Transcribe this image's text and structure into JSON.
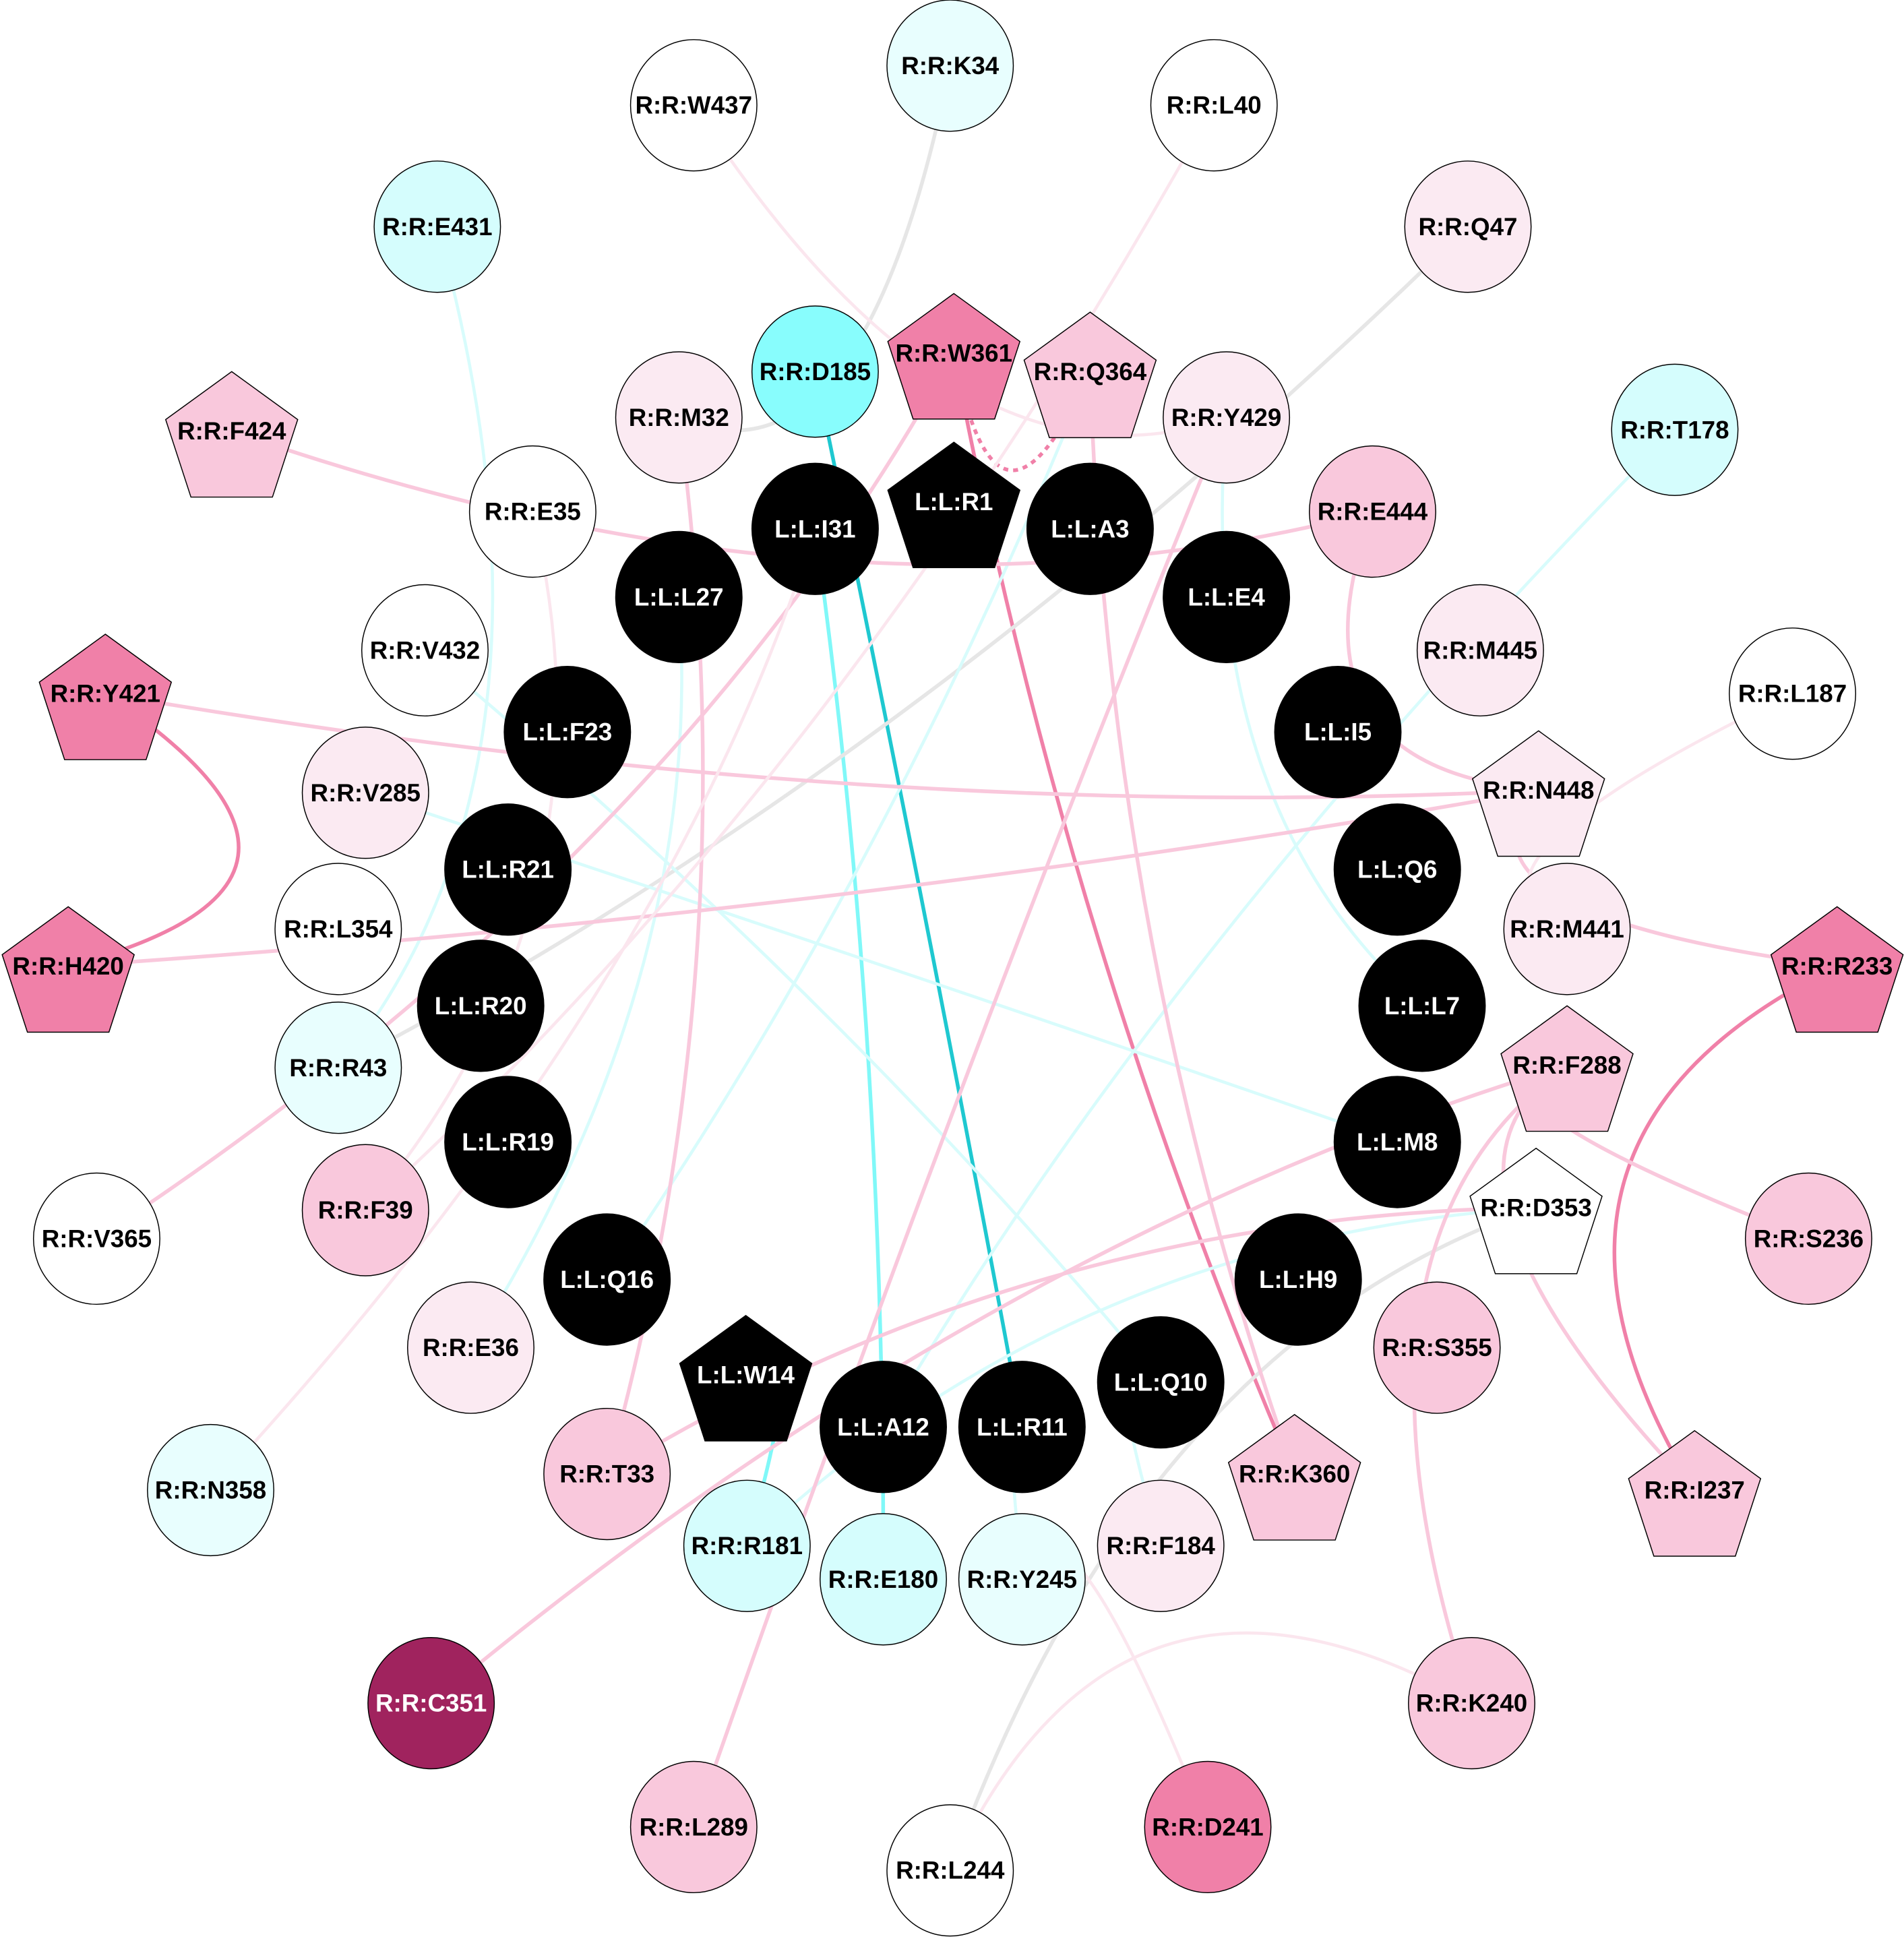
{
  "colors": {
    "ligand": "#000000",
    "white": "#ffffff",
    "cyan_strong": "#88fdfd",
    "cyan_mid": "#d5fdfd",
    "cyan_light": "#e8fefe",
    "pink_light": "#fbeaf2",
    "pink_mid": "#f9c8dc",
    "pink_strong": "#f080a8",
    "pink_dark": "#a0235e",
    "edge_teal": "#1fc8d0",
    "edge_cyan": "#80f8f8",
    "edge_cyan_light": "#d8fcfc",
    "edge_gray": "#e6e6e6",
    "edge_pink_strong": "#f080a8",
    "edge_pink": "#f9c8dc",
    "edge_pink_light": "#fbe6ee"
  },
  "nodes": [
    {
      "label": "L:L:R1",
      "shape": "pentagon",
      "fill": "ligand"
    },
    {
      "label": "L:L:A3",
      "shape": "circle",
      "fill": "ligand"
    },
    {
      "label": "L:L:E4",
      "shape": "circle",
      "fill": "ligand"
    },
    {
      "label": "L:L:I5",
      "shape": "circle",
      "fill": "ligand"
    },
    {
      "label": "L:L:Q6",
      "shape": "circle",
      "fill": "ligand"
    },
    {
      "label": "L:L:L7",
      "shape": "circle",
      "fill": "ligand"
    },
    {
      "label": "L:L:M8",
      "shape": "circle",
      "fill": "ligand"
    },
    {
      "label": "L:L:H9",
      "shape": "circle",
      "fill": "ligand"
    },
    {
      "label": "L:L:Q10",
      "shape": "circle",
      "fill": "ligand"
    },
    {
      "label": "L:L:R11",
      "shape": "circle",
      "fill": "ligand"
    },
    {
      "label": "L:L:A12",
      "shape": "circle",
      "fill": "ligand"
    },
    {
      "label": "L:L:W14",
      "shape": "pentagon",
      "fill": "ligand"
    },
    {
      "label": "L:L:Q16",
      "shape": "circle",
      "fill": "ligand"
    },
    {
      "label": "L:L:R19",
      "shape": "circle",
      "fill": "ligand"
    },
    {
      "label": "L:L:R20",
      "shape": "circle",
      "fill": "ligand"
    },
    {
      "label": "L:L:R21",
      "shape": "circle",
      "fill": "ligand"
    },
    {
      "label": "L:L:F23",
      "shape": "circle",
      "fill": "ligand"
    },
    {
      "label": "L:L:L27",
      "shape": "circle",
      "fill": "ligand"
    },
    {
      "label": "L:L:I31",
      "shape": "circle",
      "fill": "ligand"
    },
    {
      "label": "R:R:K34",
      "shape": "circle",
      "fill": "cyan_light"
    },
    {
      "label": "R:R:W437",
      "shape": "circle",
      "fill": "white"
    },
    {
      "label": "R:R:L40",
      "shape": "circle",
      "fill": "white"
    },
    {
      "label": "R:R:E431",
      "shape": "circle",
      "fill": "cyan_mid"
    },
    {
      "label": "R:R:Q47",
      "shape": "circle",
      "fill": "pink_light"
    },
    {
      "label": "R:R:D185",
      "shape": "circle",
      "fill": "cyan_strong"
    },
    {
      "label": "R:R:W361",
      "shape": "pentagon",
      "fill": "pink_strong"
    },
    {
      "label": "R:R:Q364",
      "shape": "pentagon",
      "fill": "pink_mid"
    },
    {
      "label": "R:R:M32",
      "shape": "circle",
      "fill": "pink_light"
    },
    {
      "label": "R:R:Y429",
      "shape": "circle",
      "fill": "pink_light"
    },
    {
      "label": "R:R:T178",
      "shape": "circle",
      "fill": "cyan_mid"
    },
    {
      "label": "R:R:F424",
      "shape": "pentagon",
      "fill": "pink_mid"
    },
    {
      "label": "R:R:E35",
      "shape": "circle",
      "fill": "white"
    },
    {
      "label": "R:R:E444",
      "shape": "circle",
      "fill": "pink_mid"
    },
    {
      "label": "R:R:M445",
      "shape": "circle",
      "fill": "pink_light"
    },
    {
      "label": "R:R:V432",
      "shape": "circle",
      "fill": "white"
    },
    {
      "label": "R:R:Y421",
      "shape": "pentagon",
      "fill": "pink_strong"
    },
    {
      "label": "R:R:L187",
      "shape": "circle",
      "fill": "white"
    },
    {
      "label": "R:R:V285",
      "shape": "circle",
      "fill": "pink_light"
    },
    {
      "label": "R:R:N448",
      "shape": "pentagon",
      "fill": "pink_light"
    },
    {
      "label": "R:R:L354",
      "shape": "circle",
      "fill": "white"
    },
    {
      "label": "R:R:M441",
      "shape": "circle",
      "fill": "pink_light"
    },
    {
      "label": "R:R:H420",
      "shape": "pentagon",
      "fill": "pink_strong"
    },
    {
      "label": "R:R:R233",
      "shape": "pentagon",
      "fill": "pink_strong"
    },
    {
      "label": "R:R:R43",
      "shape": "circle",
      "fill": "cyan_light"
    },
    {
      "label": "R:R:F288",
      "shape": "pentagon",
      "fill": "pink_mid"
    },
    {
      "label": "R:R:F39",
      "shape": "circle",
      "fill": "pink_mid"
    },
    {
      "label": "R:R:V365",
      "shape": "circle",
      "fill": "white"
    },
    {
      "label": "R:R:D353",
      "shape": "pentagon",
      "fill": "white"
    },
    {
      "label": "R:R:S236",
      "shape": "circle",
      "fill": "pink_mid"
    },
    {
      "label": "R:R:E36",
      "shape": "circle",
      "fill": "pink_light"
    },
    {
      "label": "R:R:S355",
      "shape": "circle",
      "fill": "pink_mid"
    },
    {
      "label": "R:R:K360",
      "shape": "pentagon",
      "fill": "pink_mid"
    },
    {
      "label": "R:R:T33",
      "shape": "circle",
      "fill": "pink_mid"
    },
    {
      "label": "R:R:I237",
      "shape": "pentagon",
      "fill": "pink_mid"
    },
    {
      "label": "R:R:N358",
      "shape": "circle",
      "fill": "cyan_light"
    },
    {
      "label": "R:R:R181",
      "shape": "circle",
      "fill": "cyan_mid"
    },
    {
      "label": "R:R:E180",
      "shape": "circle",
      "fill": "cyan_mid"
    },
    {
      "label": "R:R:Y245",
      "shape": "circle",
      "fill": "cyan_light"
    },
    {
      "label": "R:R:F184",
      "shape": "circle",
      "fill": "pink_light"
    },
    {
      "label": "R:R:C351",
      "shape": "circle",
      "fill": "pink_dark"
    },
    {
      "label": "R:R:K240",
      "shape": "circle",
      "fill": "pink_mid"
    },
    {
      "label": "R:R:L289",
      "shape": "circle",
      "fill": "pink_mid"
    },
    {
      "label": "R:R:D241",
      "shape": "circle",
      "fill": "pink_strong"
    },
    {
      "label": "R:R:L244",
      "shape": "circle",
      "fill": "white"
    }
  ],
  "edges": [
    {
      "from": "R:R:D185",
      "to": "L:L:R11",
      "color": "edge_teal",
      "weight": 3
    },
    {
      "from": "R:R:W361",
      "to": "R:R:K360",
      "color": "edge_pink_strong",
      "weight": 3
    },
    {
      "from": "R:R:W361",
      "to": "R:R:Q364",
      "color": "edge_pink_strong",
      "weight": 3,
      "dashed": true
    },
    {
      "from": "R:R:Y421",
      "to": "R:R:H420",
      "color": "edge_pink_strong",
      "weight": 3
    },
    {
      "from": "R:R:R233",
      "to": "R:R:I237",
      "color": "edge_pink_strong",
      "weight": 3
    },
    {
      "from": "L:L:I31",
      "to": "R:R:E180",
      "color": "edge_cyan",
      "weight": 3
    },
    {
      "from": "L:L:W14",
      "to": "R:R:R181",
      "color": "edge_cyan",
      "weight": 3
    },
    {
      "from": "R:R:K34",
      "to": "R:R:M32",
      "color": "edge_gray",
      "weight": 3
    },
    {
      "from": "R:R:Q47",
      "to": "R:R:R43",
      "color": "edge_gray",
      "weight": 3
    },
    {
      "from": "R:R:D353",
      "to": "R:R:L244",
      "color": "edge_gray",
      "weight": 3
    },
    {
      "from": "R:R:E431",
      "to": "R:R:R43",
      "color": "edge_cyan_light",
      "weight": 2.5
    },
    {
      "from": "R:R:T178",
      "to": "L:L:A12",
      "color": "edge_cyan_light",
      "weight": 2.5
    },
    {
      "from": "R:R:V285",
      "to": "L:L:M8",
      "color": "edge_cyan_light",
      "weight": 2.5
    },
    {
      "from": "R:R:D353",
      "to": "R:R:R181",
      "color": "edge_cyan_light",
      "weight": 2.5
    },
    {
      "from": "R:R:Y429",
      "to": "L:L:L7",
      "color": "edge_cyan_light",
      "weight": 2.5
    },
    {
      "from": "R:R:V432",
      "to": "L:L:Q10",
      "color": "edge_cyan_light",
      "weight": 2.5
    },
    {
      "from": "L:L:L27",
      "to": "R:R:E36",
      "color": "edge_cyan_light",
      "weight": 2.5
    },
    {
      "from": "L:L:Q16",
      "to": "R:R:Q364",
      "color": "edge_cyan_light",
      "weight": 2.5
    },
    {
      "from": "L:L:R11",
      "to": "R:R:Y245",
      "color": "edge_cyan_light",
      "weight": 2.5
    },
    {
      "from": "L:L:Q10",
      "to": "R:R:F184",
      "color": "edge_cyan_light",
      "weight": 2.5
    },
    {
      "from": "R:R:F424",
      "to": "R:R:E444",
      "color": "edge_pink",
      "weight": 3
    },
    {
      "from": "R:R:Y421",
      "to": "R:R:N448",
      "color": "edge_pink",
      "weight": 3
    },
    {
      "from": "R:R:H420",
      "to": "R:R:N448",
      "color": "edge_pink",
      "weight": 3
    },
    {
      "from": "R:R:N448",
      "to": "R:R:R233",
      "color": "edge_pink",
      "weight": 3
    },
    {
      "from": "R:R:E444",
      "to": "R:R:N448",
      "color": "edge_pink",
      "weight": 3
    },
    {
      "from": "R:R:F288",
      "to": "R:R:C351",
      "color": "edge_pink",
      "weight": 3
    },
    {
      "from": "R:R:F288",
      "to": "R:R:S236",
      "color": "edge_pink",
      "weight": 3
    },
    {
      "from": "R:R:F288",
      "to": "R:R:I237",
      "color": "edge_pink",
      "weight": 3
    },
    {
      "from": "R:R:F288",
      "to": "R:R:K240",
      "color": "edge_pink",
      "weight": 3
    },
    {
      "from": "R:R:V365",
      "to": "R:R:W361",
      "color": "edge_pink",
      "weight": 3
    },
    {
      "from": "R:R:T33",
      "to": "R:R:M32",
      "color": "edge_pink",
      "weight": 3
    },
    {
      "from": "R:R:L289",
      "to": "R:R:Y429",
      "color": "edge_pink",
      "weight": 3
    },
    {
      "from": "R:R:Q364",
      "to": "R:R:K360",
      "color": "edge_pink",
      "weight": 3
    },
    {
      "from": "R:R:D353",
      "to": "R:R:T33",
      "color": "edge_pink",
      "weight": 3
    },
    {
      "from": "R:R:W437",
      "to": "R:R:Y429",
      "color": "edge_pink_light",
      "weight": 2.5
    },
    {
      "from": "R:R:L40",
      "to": "R:R:F39",
      "color": "edge_pink_light",
      "weight": 2.5
    },
    {
      "from": "R:R:N358",
      "to": "L:L:I31",
      "color": "edge_pink_light",
      "weight": 2.5
    },
    {
      "from": "R:R:L187",
      "to": "R:R:M441",
      "color": "edge_pink_light",
      "weight": 2.5
    },
    {
      "from": "R:R:K240",
      "to": "R:R:L244",
      "color": "edge_pink_light",
      "weight": 2.5
    },
    {
      "from": "R:R:D241",
      "to": "R:R:Y245",
      "color": "edge_pink_light",
      "weight": 2.5
    },
    {
      "from": "R:R:E35",
      "to": "R:R:F39",
      "color": "edge_pink_light",
      "weight": 2.5
    }
  ]
}
